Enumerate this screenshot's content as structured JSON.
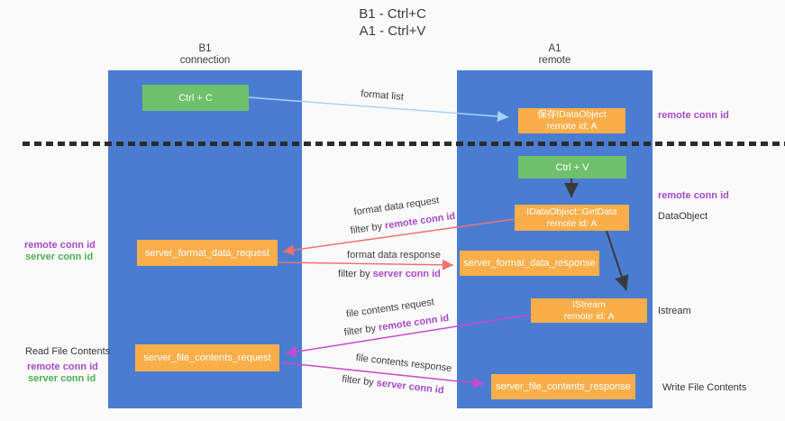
{
  "title": {
    "line1": "B1 - Ctrl+C",
    "line2": "A1 - Ctrl+V"
  },
  "lanes": {
    "left": {
      "title": "B1",
      "subtitle": "connection"
    },
    "right": {
      "title": "A1",
      "subtitle": "remote"
    }
  },
  "boxes": {
    "ctrl_c": {
      "label": "Ctrl + C"
    },
    "ctrl_v": {
      "label": "Ctrl + V"
    },
    "save_idataobject": {
      "line1": "保存IDataObject",
      "line2": "remote id: A"
    },
    "idataobject_getdata": {
      "line1": "IDataObject::GetData",
      "line2": "remote id: A"
    },
    "istream": {
      "line1": "IStream",
      "line2": "remote id: A"
    },
    "server_format_data_request": {
      "label": "server_format_data_request"
    },
    "server_format_data_response": {
      "label": "server_format_data_response"
    },
    "server_file_contents_request": {
      "label": "server_file_contents_request"
    },
    "server_file_contents_response": {
      "label": "server_file_contents_response"
    }
  },
  "edge_labels": {
    "format_list": "format list",
    "format_data_request": "format data request",
    "format_data_request_filter": {
      "prefix": "filter by ",
      "keyword": "remote conn id"
    },
    "format_data_response": "format data response",
    "format_data_response_filter": {
      "prefix": "filter by ",
      "keyword": "server conn id"
    },
    "file_contents_request": "file contents request",
    "file_contents_request_filter": {
      "prefix": "filter by ",
      "keyword": "remote conn id"
    },
    "file_contents_response": "file contents response",
    "file_contents_response_filter": {
      "prefix": "filter by ",
      "keyword": "server conn id"
    }
  },
  "annotations": {
    "remote_conn_id_top": "remote conn id",
    "remote_conn_id_mid": "remote conn id",
    "dataobject": "DataObject",
    "istream": "Istream",
    "read_file_contents": "Read File Contents",
    "write_file_contents": "Write File Contents",
    "format_ids": {
      "remote": "remote conn id",
      "server": "server conn id"
    },
    "file_ids": {
      "remote": "remote conn id",
      "server": "server conn id"
    }
  },
  "colors": {
    "lane_blue": "#4a7dd2",
    "box_orange": "#f9ae49",
    "box_green": "#6ec06c",
    "arrow_light_blue": "#a9d3f5",
    "arrow_red": "#f0716f",
    "arrow_magenta": "#cc49cc",
    "arrow_black": "#3a3a3a",
    "text_purple": "#a849c8",
    "text_green": "#4caf50",
    "dash_black": "#2b2b2b",
    "background": "#fafafa"
  }
}
